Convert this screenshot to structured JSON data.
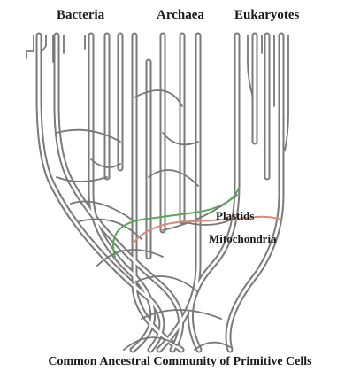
{
  "domains": {
    "bacteria": "Bacteria",
    "archaea": "Archaea",
    "eukaryotes": "Eukaryotes"
  },
  "endosymbionts": {
    "plastids": "Plastids",
    "mitochondria": "Mitochondria"
  },
  "root_label": "Common Ancestral Community of Primitive Cells",
  "colors": {
    "trunk": "#7a7a7a",
    "plastids_line": "#5aa65a",
    "mitochondria_line": "#d98a7a",
    "text": "#1a1a1a"
  }
}
